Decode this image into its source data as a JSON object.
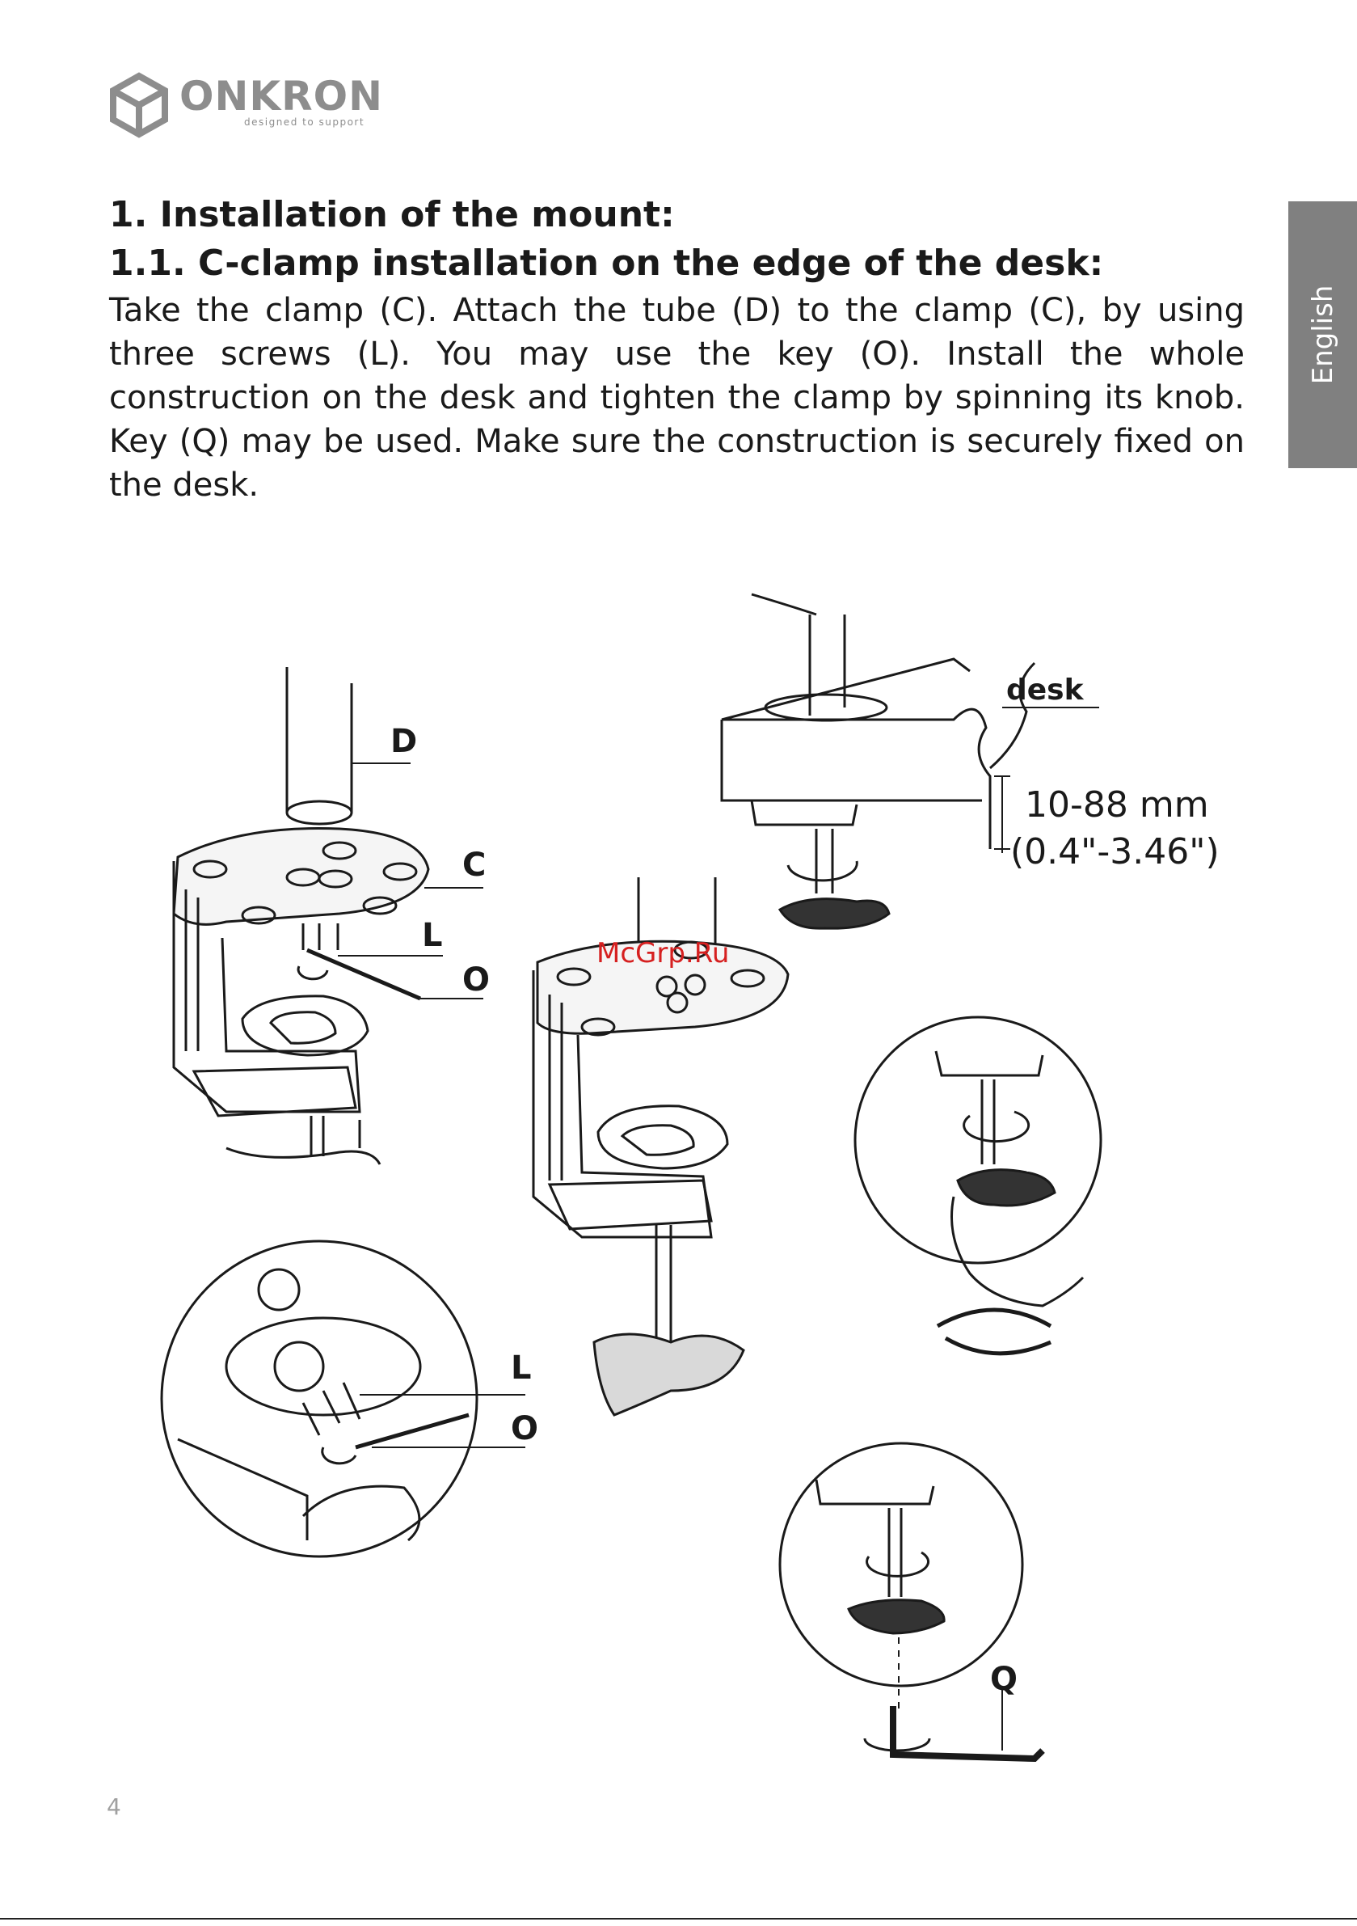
{
  "header": {
    "brand": "ONKRON",
    "tagline": "designed to support"
  },
  "language_tab": "English",
  "section": {
    "heading": "1. Installation of the mount:",
    "subheading": "1.1. C-clamp installation on the edge of the desk:",
    "body": "Take the clamp (C). Attach the tube (D) to the clamp (C), by using three screws (L). You may use the key (O). Install the whole construction on the desk and tighten the clamp by spinning its knob. Key (Q) may be used. Make sure the construction is securely fixed on the desk."
  },
  "figure": {
    "labels": {
      "tube": "D",
      "clamp": "C",
      "screws": "L",
      "key": "O",
      "screws_detail": "L",
      "key_detail": "O",
      "key_q": "Q",
      "desk": "desk",
      "thickness_mm": "10-88 mm",
      "thickness_in": "(0.4\"-3.46\")"
    },
    "watermark": "McGrp.Ru"
  },
  "footer": {
    "page_number": "4"
  },
  "colors": {
    "tab_background": "#808080",
    "logo_gray": "#8d8d8d",
    "watermark_red": "#d62020"
  }
}
